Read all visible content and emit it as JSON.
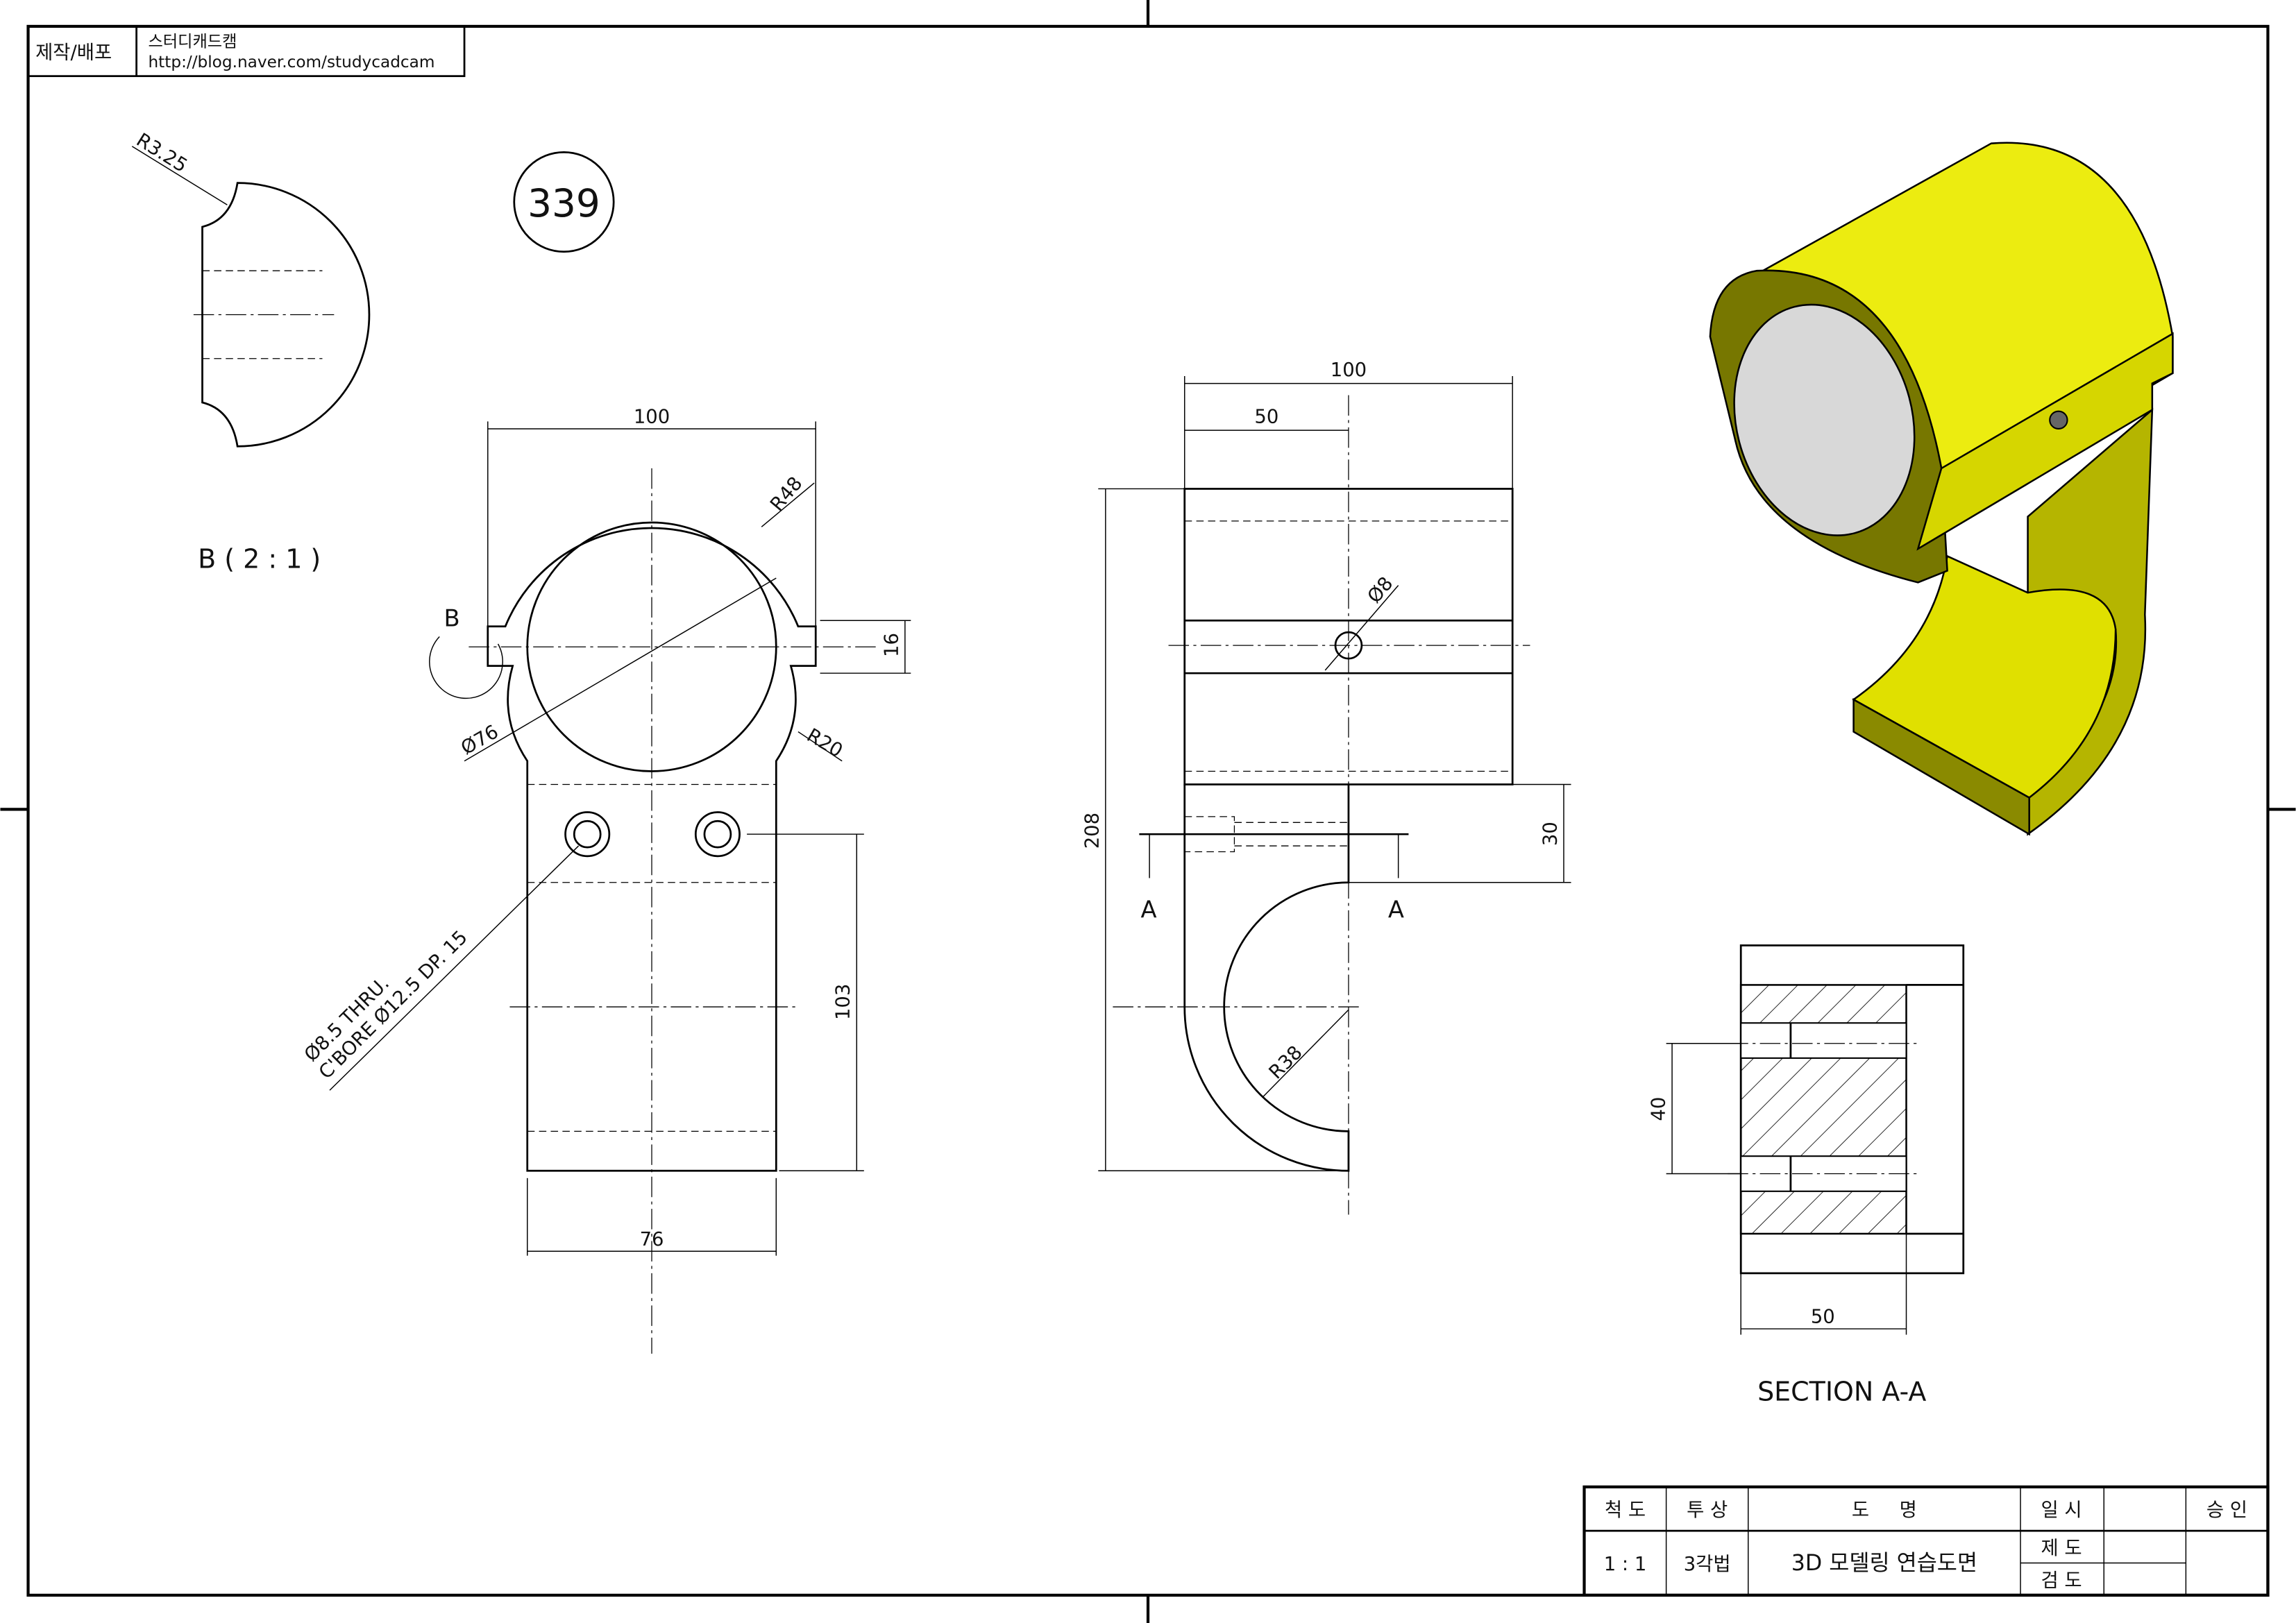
{
  "header": {
    "label": "제작/배포",
    "author": "스터디캐드캠",
    "url": "http://blog.naver.com/studycadcam"
  },
  "drawing_number": "339",
  "detail": {
    "title": "B ( 2 : 1 )",
    "radius": "R3.25",
    "callout": "B"
  },
  "front_view": {
    "width_top": "100",
    "outer_radius": "R48",
    "bore": "Ø76",
    "fillet": "R20",
    "slot": "16",
    "height": "103",
    "width_bottom": "76",
    "hole_note_1": "Ø8.5 THRU.",
    "hole_note_2": "C'BORE Ø12.5 DP. 15"
  },
  "side_view": {
    "width": "100",
    "half": "50",
    "hole": "Ø8",
    "height": "208",
    "offset": "30",
    "inner_radius": "R38",
    "section_left": "A",
    "section_right": "A"
  },
  "section": {
    "title": "SECTION A-A",
    "height": "40",
    "width": "50"
  },
  "title_block": {
    "scale_label": "척 도",
    "projection_label": "투 상",
    "name_label": "도     명",
    "date_label": "일 시",
    "approval_label": "승 인",
    "scale": "1 : 1",
    "projection": "3각법",
    "name": "3D 모델링 연습도면",
    "drafted_label": "제 도",
    "checked_label": "검 도"
  },
  "colors": {
    "model_yellow": "#e8e800",
    "model_dark": "#8a8a00"
  }
}
